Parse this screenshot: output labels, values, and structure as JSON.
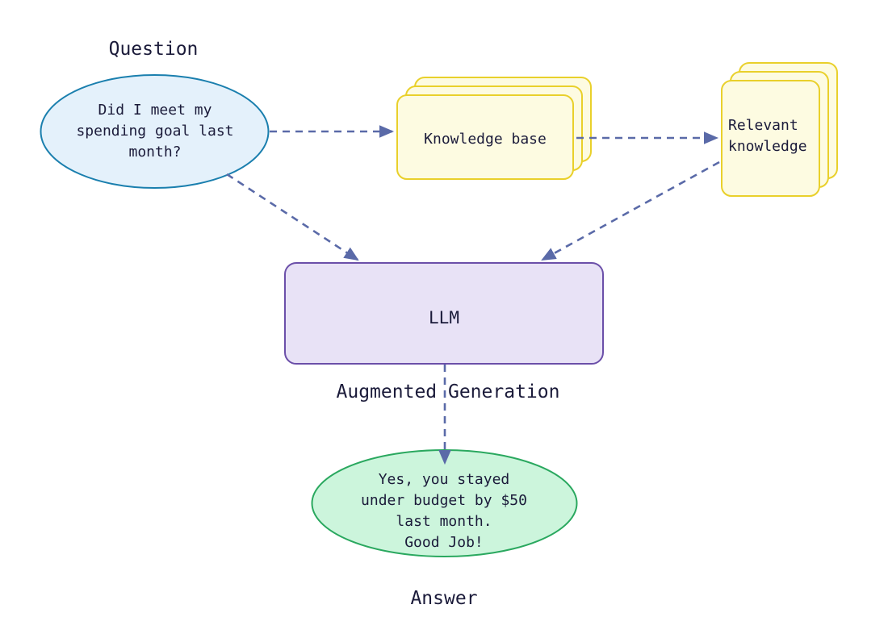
{
  "diagram": {
    "title": "Retrieval Augmented Generation flow",
    "background": "#ffffff",
    "text_color": "#1b1b3a",
    "arrow_color": "#5a6aa8"
  },
  "nodes": {
    "question": {
      "caption": "Question",
      "text": "Did I meet my\nspending goal last\nmonth?",
      "shape": "ellipse",
      "fill": "#e4f1fb",
      "stroke": "#1a7fae"
    },
    "knowledge_base": {
      "text": "Knowledge base",
      "shape": "stacked-card",
      "fill": "#fdfbe1",
      "stroke": "#e9d02b",
      "stack_count": 3
    },
    "relevant_knowledge": {
      "text": "Relevant\nknowledge",
      "shape": "stacked-card",
      "fill": "#fdfbe1",
      "stroke": "#e9d02b",
      "stack_count": 3
    },
    "llm": {
      "text": "LLM",
      "shape": "rounded-rect",
      "fill": "#e8e2f6",
      "stroke": "#6b4fa9",
      "caption": "Augmented Generation"
    },
    "answer": {
      "text": "Yes, you stayed\nunder budget by $50\nlast month.\nGood Job!",
      "caption": "Answer",
      "shape": "ellipse",
      "fill": "#ccf5dc",
      "stroke": "#2aa85f"
    }
  },
  "edges": [
    {
      "name": "question-to-knowledge-base",
      "from": "question",
      "to": "knowledge_base",
      "style": "dashed",
      "arrow": "end"
    },
    {
      "name": "knowledge-base-to-relevant-knowledge",
      "from": "knowledge_base",
      "to": "relevant_knowledge",
      "style": "dashed",
      "arrow": "end"
    },
    {
      "name": "question-to-llm",
      "from": "question",
      "to": "llm",
      "style": "dashed",
      "arrow": "end"
    },
    {
      "name": "relevant-knowledge-to-llm",
      "from": "relevant_knowledge",
      "to": "llm",
      "style": "dashed",
      "arrow": "end"
    },
    {
      "name": "llm-to-answer",
      "from": "llm",
      "to": "answer",
      "style": "dashed",
      "arrow": "end"
    }
  ]
}
